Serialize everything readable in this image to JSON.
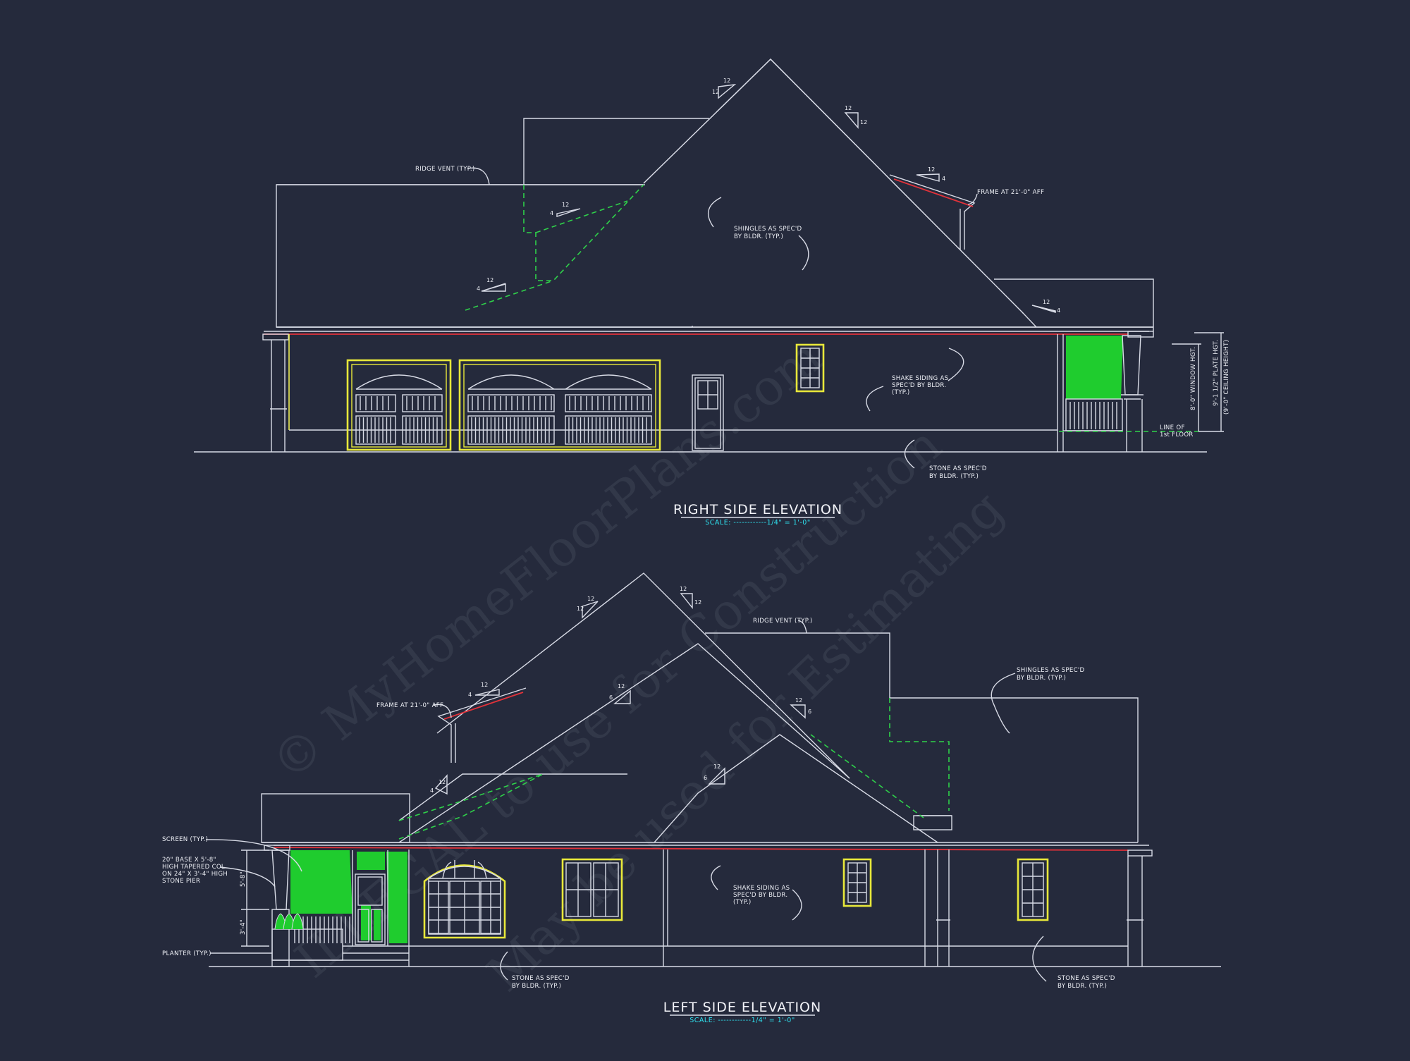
{
  "watermark": {
    "line1": "© MyHomeFloorPlans.com",
    "line2": "ILLEGAL to use for Construction",
    "line3": "May be used for Estimating"
  },
  "right_elevation": {
    "title": "RIGHT SIDE ELEVATION",
    "scale": "SCALE: ------------1/4\" = 1'-0\"",
    "notes": {
      "ridge_vent": "RIDGE VENT (TYP.)",
      "frame": "FRAME AT 21'-0\" AFF",
      "shingles": [
        "SHINGLES AS SPEC'D",
        "BY BLDR. (TYP.)"
      ],
      "shake": [
        "SHAKE SIDING AS",
        "SPEC'D BY BLDR.",
        "(TYP.)"
      ],
      "stone": [
        "STONE AS SPEC'D",
        "BY BLDR. (TYP.)"
      ],
      "line_of_floor": [
        "LINE OF",
        "1st FLOOR"
      ],
      "window_hgt": "8'-0\" WINDOW HGT.",
      "plate_hgt": "9'-1 1/2\" PLATE HGT.",
      "ceiling_hgt": "(9'-0\" CEILING HEIGHT)"
    },
    "slopes": {
      "s1": [
        "12",
        "12"
      ],
      "s2": [
        "12",
        "12"
      ],
      "s3": [
        "12",
        "4"
      ],
      "s4": [
        "12",
        "4"
      ],
      "s5": [
        "12",
        "4"
      ],
      "s6": [
        "12",
        "4"
      ]
    }
  },
  "left_elevation": {
    "title": "LEFT SIDE ELEVATION",
    "scale": "SCALE: ------------1/4\" = 1'-0\"",
    "notes": {
      "ridge_vent": "RIDGE VENT (TYP.)",
      "frame": "FRAME AT 21'-0\" AFF",
      "shingles": [
        "SHINGLES AS SPEC'D",
        "BY BLDR. (TYP.)"
      ],
      "screen": "SCREEN (TYP.)",
      "column": [
        "20\" BASE X 5'-8\"",
        "HIGH TAPERED COL.",
        "ON 24\" X 3'-4\" HIGH",
        "STONE PIER"
      ],
      "planter": "PLANTER (TYP.)",
      "shake": [
        "SHAKE SIDING AS",
        "SPEC'D BY BLDR.",
        "(TYP.)"
      ],
      "stone_left": [
        "STONE AS SPEC'D",
        "BY BLDR. (TYP.)"
      ],
      "stone_right": [
        "STONE AS SPEC'D",
        "BY BLDR. (TYP.)"
      ],
      "dim_upper": "5'-8\"",
      "dim_lower": "3'-4\""
    },
    "slopes": {
      "s1": [
        "12",
        "12"
      ],
      "s2": [
        "12",
        "12"
      ],
      "s3": [
        "12",
        "4"
      ],
      "s4": [
        "12",
        "6"
      ],
      "s5": [
        "12",
        "6"
      ],
      "s6": [
        "12",
        "6"
      ],
      "s7": [
        "12",
        "4"
      ]
    }
  },
  "colors": {
    "background": "#252a3c",
    "linework": "#d8dbe6",
    "windows": "#e8e83a",
    "hidden_lines": "#2fd14a",
    "screen_fill": "#1fcc2e",
    "fascia": "#e2323a",
    "scale_text": "#2ee0ee"
  }
}
